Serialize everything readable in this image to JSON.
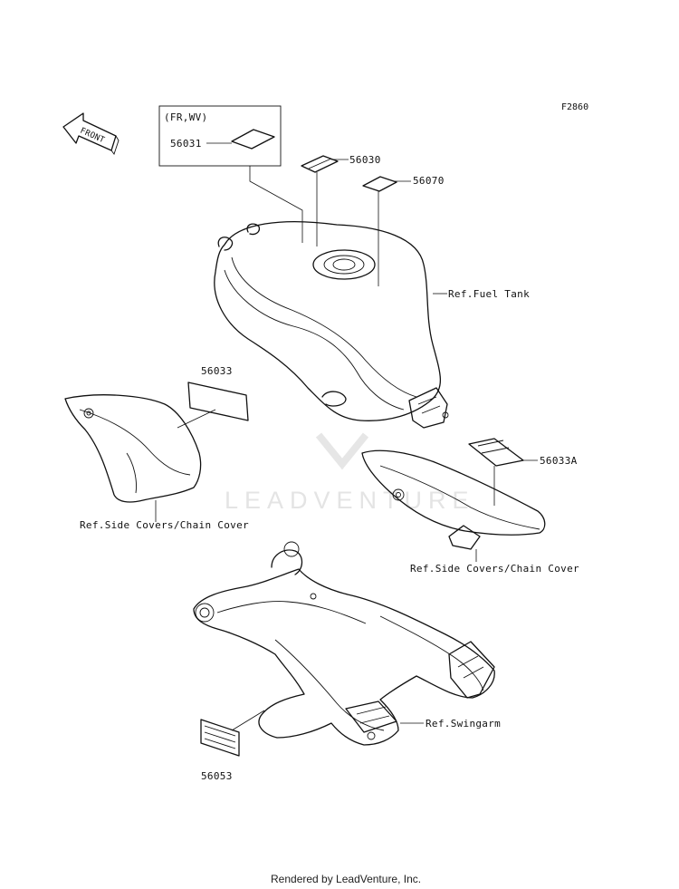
{
  "figure_id": "F2860",
  "front_arrow_label": "FRONT",
  "box_caption": "(FR,WV)",
  "parts": {
    "p56031": "56031",
    "p56030": "56030",
    "p56070": "56070",
    "p56033": "56033",
    "p56033A": "56033A",
    "p56053": "56053"
  },
  "refs": {
    "fuel_tank": "Ref.Fuel Tank",
    "side_covers_left": "Ref.Side Covers/Chain Cover",
    "side_covers_right": "Ref.Side Covers/Chain Cover",
    "swingarm": "Ref.Swingarm"
  },
  "watermark": "LEADVENTURE",
  "footer": "Rendered by LeadVenture, Inc."
}
